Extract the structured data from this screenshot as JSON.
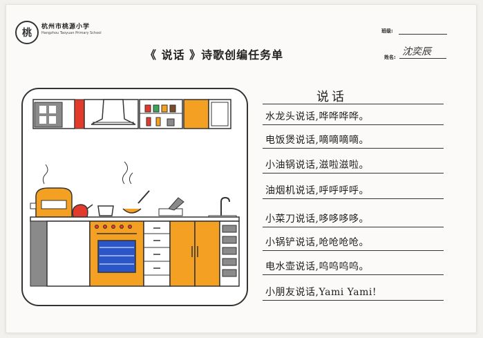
{
  "header": {
    "school_cn": "杭州市桃源小学",
    "school_en": "Hangzhou Taoyuan Primary School",
    "logo_mark": "桃",
    "title": "《 说话 》诗歌创编任务单",
    "class_label": "班级:",
    "class_value": "",
    "name_label": "姓名:",
    "name_value": "沈奕辰"
  },
  "poem": {
    "title": "说话",
    "lines": [
      "水龙头说话,哗哗哗哗。",
      "电饭煲说话,嘀嘀嘀嘀。",
      "小油锅说话,滋啦滋啦。",
      "油烟机说话,呼呼呼呼。",
      "小菜刀说话,哆哆哆哆。",
      "小锅铲说话,呛呛呛呛。",
      "电水壶说话,呜呜呜呜。",
      "小朋友说话,Yami Yami!"
    ]
  },
  "colors": {
    "orange": "#f4a023",
    "red": "#e33b2b",
    "blue": "#2a56c8",
    "gray": "#8a8a8a",
    "dark": "#333333"
  }
}
